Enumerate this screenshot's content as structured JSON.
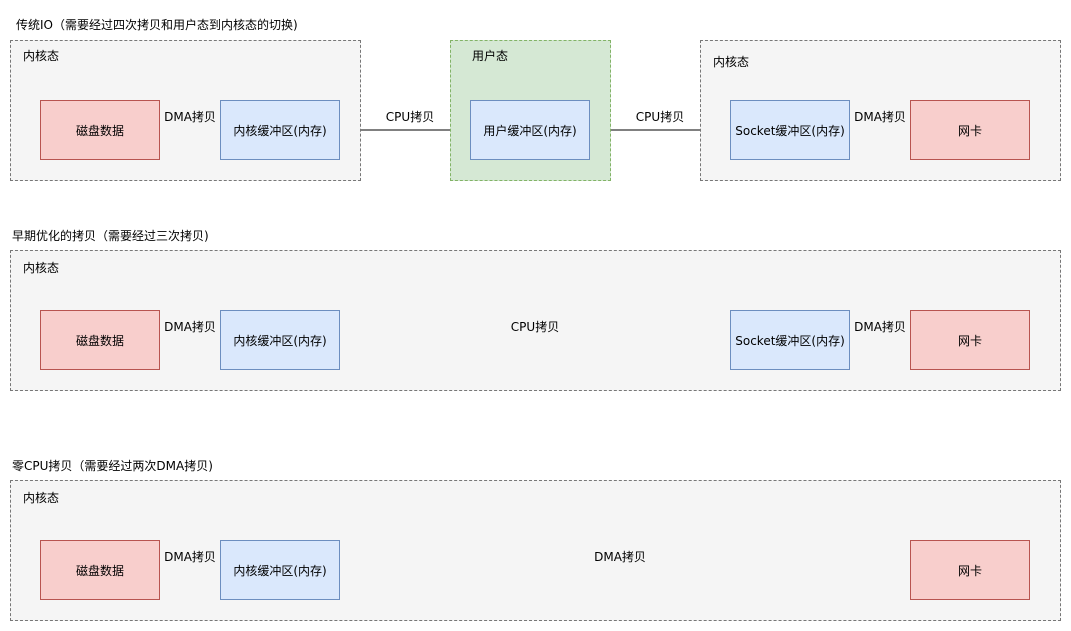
{
  "diagram1": {
    "title": "传统IO（需要经过四次拷贝和用户态到内核态的切换)",
    "region_left_label": "内核态",
    "region_user_label": "用户态",
    "region_right_label": "内核态",
    "nodes": {
      "disk": "磁盘数据",
      "kernel_buffer": "内核缓冲区(内存)",
      "user_buffer": "用户缓冲区(内存)",
      "socket_buffer": "Socket缓冲区(内存)",
      "nic": "网卡"
    },
    "edges": {
      "disk_to_kernel": "DMA拷贝",
      "kernel_to_user": "CPU拷贝",
      "user_to_socket": "CPU拷贝",
      "socket_to_nic": "DMA拷贝"
    }
  },
  "diagram2": {
    "title": "早期优化的拷贝（需要经过三次拷贝)",
    "region_label": "内核态",
    "nodes": {
      "disk": "磁盘数据",
      "kernel_buffer": "内核缓冲区(内存)",
      "socket_buffer": "Socket缓冲区(内存)",
      "nic": "网卡"
    },
    "edges": {
      "disk_to_kernel": "DMA拷贝",
      "kernel_to_socket": "CPU拷贝",
      "socket_to_nic": "DMA拷贝"
    }
  },
  "diagram3": {
    "title": "零CPU拷贝（需要经过两次DMA拷贝)",
    "region_label": "内核态",
    "nodes": {
      "disk": "磁盘数据",
      "kernel_buffer": "内核缓冲区(内存)",
      "nic": "网卡"
    },
    "edges": {
      "disk_to_kernel": "DMA拷贝",
      "kernel_to_nic": "DMA拷贝"
    }
  }
}
